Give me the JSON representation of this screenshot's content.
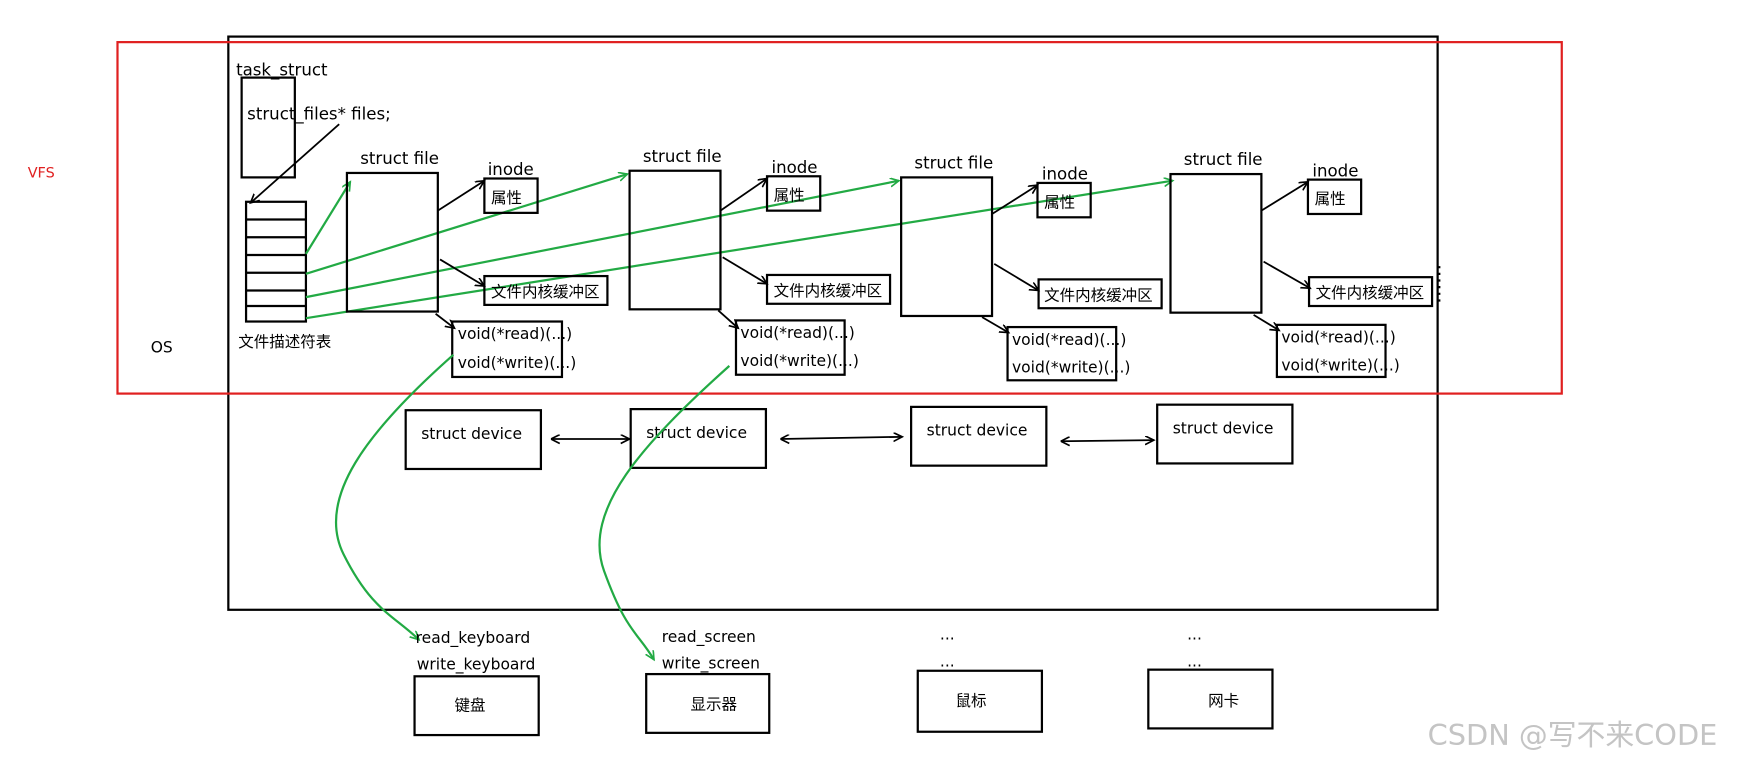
{
  "labels": {
    "vfs": "VFS",
    "os": "OS"
  },
  "task_struct": {
    "title": "task_struct",
    "field": "struct_files* files;"
  },
  "fd_table": {
    "label": "文件描述符表"
  },
  "files": [
    {
      "title": "struct file",
      "inode": "inode",
      "attr": "属性",
      "buffer": "文件内核缓冲区",
      "read": "void(*read)(...)",
      "write": "void(*write)(...)"
    },
    {
      "title": "struct file",
      "inode": "inode",
      "attr": "属性",
      "buffer": "文件内核缓冲区",
      "read": "void(*read)(...)",
      "write": "void(*write)(...)"
    },
    {
      "title": "struct file",
      "inode": "inode",
      "attr": "属性",
      "buffer": "文件内核缓冲区",
      "read": "void(*read)(...)",
      "write": "void(*write)(...)"
    },
    {
      "title": "struct file",
      "inode": "inode",
      "attr": "属性",
      "buffer": "文件内核缓冲区",
      "read": "void(*read)(...)",
      "write": "void(*write)(...)"
    }
  ],
  "devices": [
    {
      "label": "struct device"
    },
    {
      "label": "struct device"
    },
    {
      "label": "struct device"
    },
    {
      "label": "struct device"
    }
  ],
  "hardware": [
    {
      "read": "read_keyboard",
      "write": "write_keyboard",
      "name": "键盘"
    },
    {
      "read": "read_screen",
      "write": "write_screen",
      "name": "显示器"
    },
    {
      "read": "...",
      "write": "...",
      "name": "鼠标"
    },
    {
      "read": "...",
      "write": "...",
      "name": "网卡"
    }
  ],
  "watermark": "CSDN @写不来CODE",
  "colors": {
    "vfs_region": "#e02020",
    "pointer_lines": "#22aa44",
    "outline": "#000000",
    "watermark": "#c4c4c4"
  }
}
